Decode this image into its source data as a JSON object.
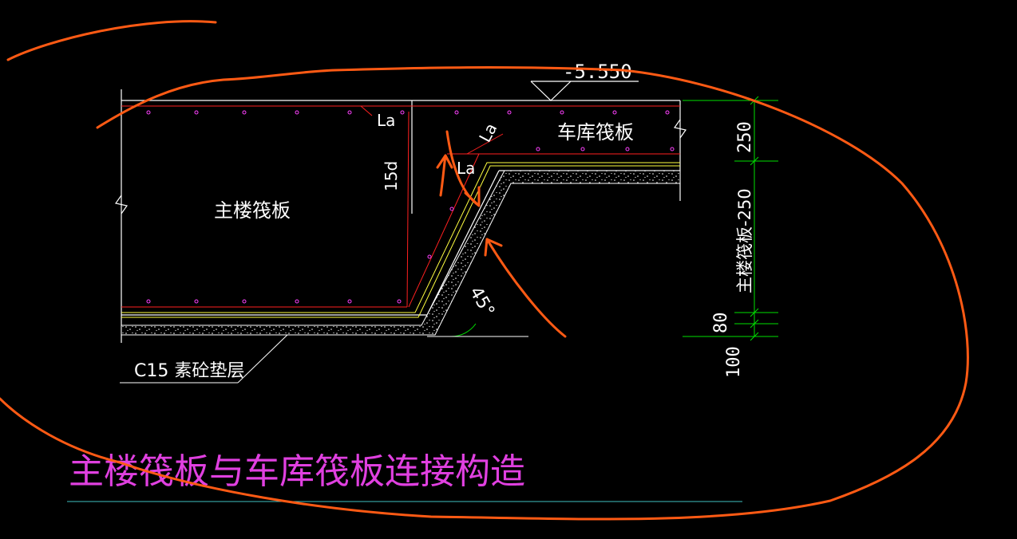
{
  "drawing": {
    "title": "主楼筏板与车库筏板连接构造",
    "labels": {
      "main_raft": "主楼筏板",
      "garage_raft": "车库筏板",
      "cushion": "C15 素砼垫层",
      "elevation": "-5.550",
      "angle": "45°",
      "anchor_1": "La",
      "anchor_2": "La",
      "anchor_3": "La",
      "hook": "15d"
    },
    "dimensions": {
      "dim_1": "250",
      "dim_2": "250",
      "dim_2_prefix": "主楼筏板-",
      "dim_3": "80",
      "dim_4": "100"
    },
    "colors": {
      "background": "#000000",
      "outline": "#ffffff",
      "rebar": "#ff2020",
      "rebar_dots": "#ff40ff",
      "waterproof": "#ffff40",
      "dimension": "#00e000",
      "title": "#e040e0",
      "title_underline": "#40c0c0",
      "markup": "#ff5a14"
    }
  }
}
